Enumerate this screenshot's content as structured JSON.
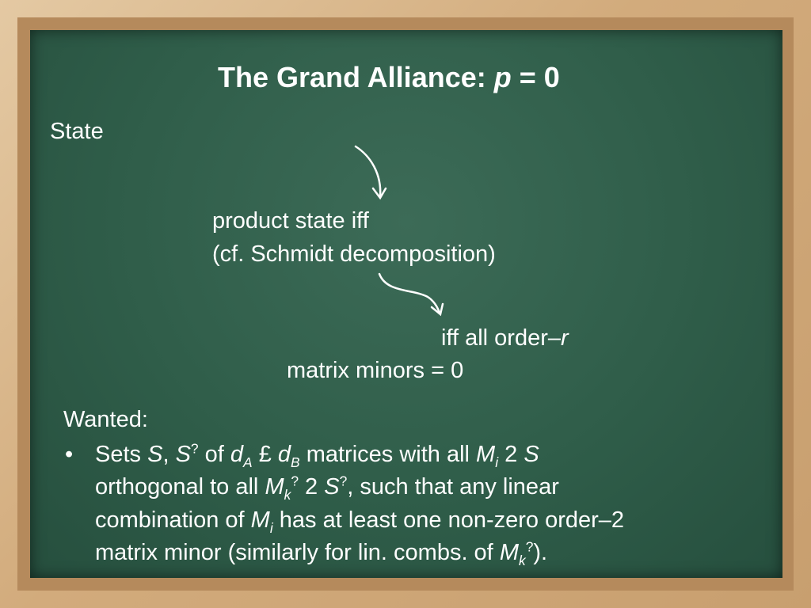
{
  "title": {
    "main": "The Grand Alliance: ",
    "var": "p",
    "rest": " = 0"
  },
  "state": "State",
  "product": {
    "line1": "product state iff",
    "line2": "(cf. Schmidt decomposition)"
  },
  "iff": {
    "line1_a": "iff all order–",
    "line1_var": "r",
    "line2": "matrix minors = 0"
  },
  "wanted": {
    "heading": "Wanted:",
    "bullet": "•",
    "l1": {
      "t1": "Sets ",
      "S1": "S",
      "t2": ", ",
      "S2": "S",
      "q1": "?",
      "t3": " of ",
      "d1": "d",
      "A": "A",
      "t4": " £ ",
      "d2": "d",
      "B": "B",
      "t5": " matrices with all ",
      "M": "M",
      "i": "i",
      "t6": " 2 ",
      "S3": "S"
    },
    "l2": {
      "t1": "orthogonal to all ",
      "M": "M",
      "k": "k",
      "q": "?",
      "t2": " 2 ",
      "S": "S",
      "q2": "?",
      "t3": ", such that any linear"
    },
    "l3": {
      "t1": "combination of ",
      "M": "M",
      "i": "i",
      "t2": " has at least one non-zero order–2"
    },
    "l4": {
      "t1": "matrix minor (similarly for lin. combs. of ",
      "M": "M",
      "k": "k",
      "q": "?",
      "t2": ")."
    }
  },
  "colors": {
    "board": "#2f5d49",
    "frame": "#d2ab7c",
    "chalk": "#ffffff"
  },
  "icons": [
    "curved-arrow-icon",
    "curved-arrow-icon"
  ]
}
